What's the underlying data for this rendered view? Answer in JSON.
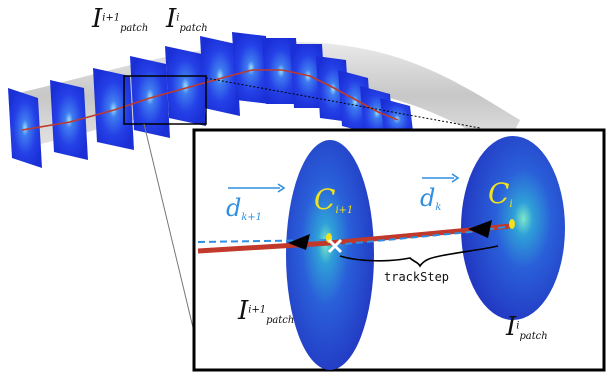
{
  "labels": {
    "top_left_base": "I",
    "top_left_sup": "i+1",
    "top_left_sub": "patch",
    "top_right_base": "I",
    "top_right_sup": "i",
    "top_right_sub": "patch",
    "zoom_left_base": "I",
    "zoom_left_sup": "i+1",
    "zoom_left_sub": "patch",
    "zoom_right_base": "I",
    "zoom_right_sup": "i",
    "zoom_right_sub": "patch",
    "d_left_base": "d",
    "d_left_sub": "k+1",
    "d_right_base": "d",
    "d_right_sub": "k",
    "c_left_base": "C",
    "c_left_sub": "i+1",
    "c_right_base": "C",
    "c_right_sub": "i",
    "track_step": "trackStep"
  },
  "colors": {
    "patch_blue": "#1f3fe8",
    "centerline_red": "#c0392b",
    "direction_blue": "#2f8fe0",
    "centroid_yellow": "#f2e21b",
    "tube_gray": "#cfcfcf"
  }
}
